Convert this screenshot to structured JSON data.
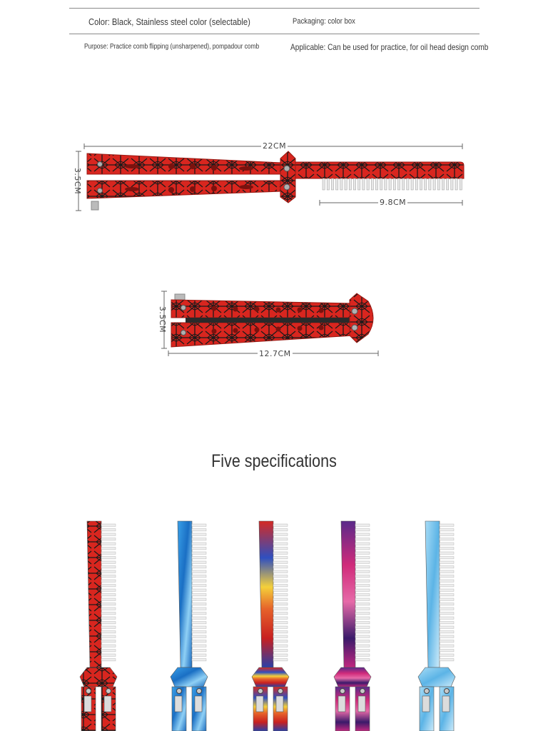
{
  "specs": {
    "color": "Color: Black, Stainless steel color (selectable)",
    "packaging": "Packaging: color box",
    "purpose": "Purpose: Practice comb flipping (unsharpened), pompadour comb",
    "applicable": "Applicable: Can be used for practice, for oil head design comb"
  },
  "open_product": {
    "length_label": "22CM",
    "width_label": "3.5CM",
    "comb_label": "9.8CM"
  },
  "closed_product": {
    "width_label": "3.5CM",
    "length_label": "12.7CM"
  },
  "section_title": "Five specifications",
  "variants": [
    {
      "style": "red-spider-web",
      "colors": [
        "#d8261f",
        "#1a1a1a"
      ]
    },
    {
      "style": "blue-marble",
      "colors": [
        "#1e7fd0",
        "#8fd0f5"
      ]
    },
    {
      "style": "fire-ice",
      "colors": [
        "#d8271e",
        "#f2c32b",
        "#2846b8"
      ]
    },
    {
      "style": "galaxy",
      "colors": [
        "#d02a7a",
        "#5a2a9a",
        "#2a1a4a"
      ]
    },
    {
      "style": "light-blue-marble",
      "colors": [
        "#7ec8ee",
        "#d8f0fb"
      ]
    }
  ]
}
